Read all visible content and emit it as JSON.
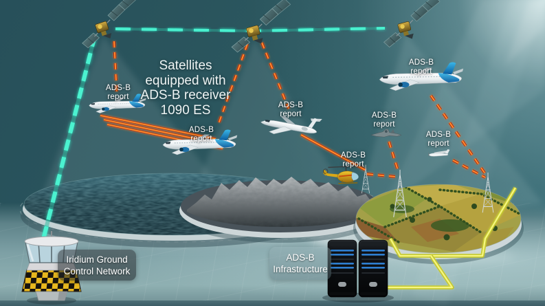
{
  "title": {
    "line1": "Satellites",
    "line2": "equipped with",
    "line3": "ADS-B receiver",
    "line4": "1090 ES"
  },
  "adsb_label": {
    "line1": "ADS-B",
    "line2": "report"
  },
  "labels": {
    "iridium": {
      "line1": "Iridium Ground",
      "line2": "Control Network"
    },
    "infrastructure": {
      "line1": "ADS-B",
      "line2": "Infrastructure"
    }
  },
  "colors": {
    "satellite_link_teal": "#3ae8c6",
    "report_link_orange": "#ff9530",
    "report_link_red": "#c03018",
    "ground_link_yellow": "#f6f680",
    "background_teal": "#2b565e",
    "helicopter_yellow": "#e8b820",
    "aircraft_tail_blue": "#1f8fd0"
  },
  "entities": {
    "satellites": [
      "satellite-1",
      "satellite-2",
      "satellite-3"
    ],
    "aircraft": [
      "airliner-small",
      "airliner-medium",
      "business-jet",
      "helicopter",
      "fighter-jet",
      "airliner-large",
      "light-aircraft"
    ],
    "ground": [
      "ocean-platform",
      "mountain-platform",
      "farmland-platform",
      "radio-tower-1",
      "radio-tower-2",
      "radio-tower-3",
      "control-tower",
      "server-racks"
    ]
  }
}
